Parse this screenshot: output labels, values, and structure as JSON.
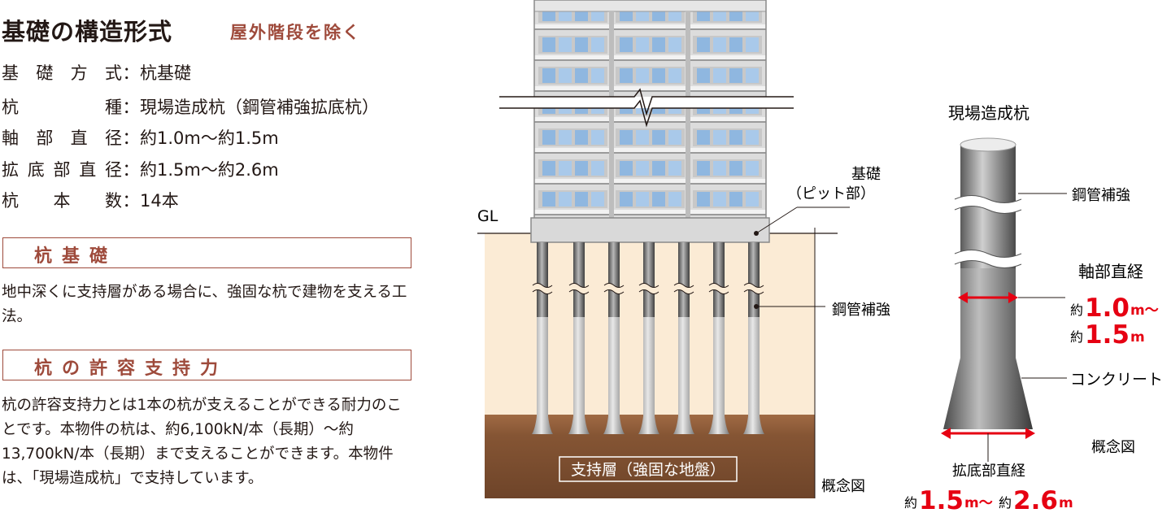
{
  "heading": {
    "title": "基礎の構造形式",
    "subtitle": "屋外階段を除く"
  },
  "specs": [
    {
      "key": "基礎方式",
      "value": "杭基礎"
    },
    {
      "key": "杭種",
      "value": "現場造成杭（鋼管補強拡底杭）"
    },
    {
      "key": "軸部直径",
      "value": "約1.0m～約1.5m"
    },
    {
      "key": "拡底部直径",
      "value": "約1.5m～約2.6m"
    },
    {
      "key": "杭本数",
      "value": "14本"
    }
  ],
  "colon": "：",
  "section1": {
    "heading": "杭基礎",
    "body": "地中深くに支持層がある場合に、強固な杭で建物を支える工法。"
  },
  "section2": {
    "heading": "杭の許容支持力",
    "body": "杭の許容支持力とは1本の杭が支えることができる耐力のことです。本物件の杭は、約6,100kN/本（長期）～約13,700kN/本（長期）まで支えることができます。本物件は、「現場造成杭」で支持しています。"
  },
  "diagram": {
    "gl": "GL",
    "foundation_line1": "基礎",
    "foundation_line2": "（ピット部）",
    "steel_reinforce": "鋼管補強",
    "bearing_layer": "支持層（強固な地盤）",
    "concept": "概念図"
  },
  "pile": {
    "title": "現場造成杭",
    "steel_reinforce": "鋼管補強",
    "shaft_diameter": "軸部直経",
    "shaft_prefix1": "約",
    "shaft_value1": "1.0",
    "shaft_unit1": "m～",
    "shaft_prefix2": "約",
    "shaft_value2": "1.5",
    "shaft_unit2": "m",
    "concrete": "コンクリート",
    "concept": "概念図",
    "base_diameter": "拡底部直経",
    "base_prefix1": "約",
    "base_value1": "1.5",
    "base_unit1": "m～",
    "base_prefix2": "約",
    "base_value2": "2.6",
    "base_unit2": "m"
  },
  "colors": {
    "accent": "#9e4a3b",
    "red": "#e60012",
    "soil": "#fbebd5",
    "bearing": "#8a5a3c"
  }
}
